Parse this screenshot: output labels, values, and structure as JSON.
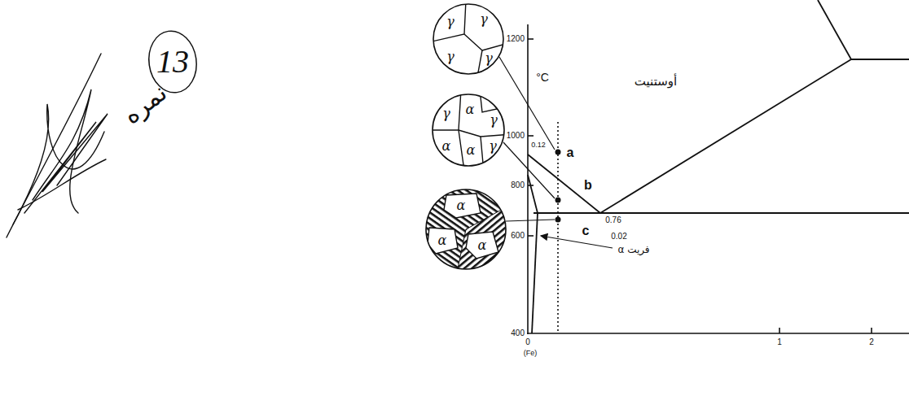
{
  "diagram": {
    "nodes": [
      {
        "text": [
          "γ",
          "γ",
          "γ",
          "γ"
        ]
      },
      {
        "text": [
          "γ",
          "α",
          "γ",
          "α",
          "α",
          "γ"
        ]
      },
      {
        "text": [
          "α",
          "α",
          "α"
        ]
      }
    ],
    "labels": [
      "نمره",
      "13",
      "1200",
      "°C",
      "أوستنيت",
      "1000",
      "0.12",
      "a",
      "800",
      "b",
      "0.76",
      "c",
      "0.02",
      "فریت α",
      "600",
      "400",
      "0",
      "(Fe)",
      "1",
      "2"
    ]
  }
}
